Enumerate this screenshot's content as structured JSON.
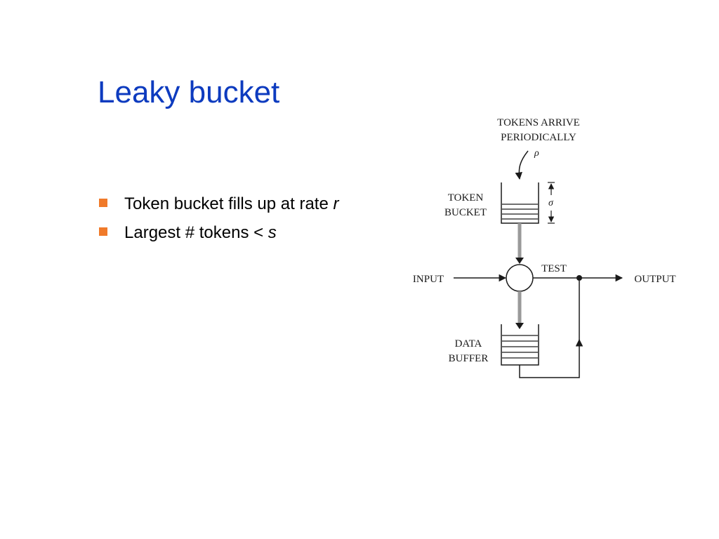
{
  "slide": {
    "title": "Leaky bucket"
  },
  "bullets": [
    {
      "text": "Token bucket fills up at rate ",
      "var": "r"
    },
    {
      "text": "Largest # tokens < ",
      "var": "s"
    }
  ],
  "diagram": {
    "tokens_arrive_line1": "TOKENS ARRIVE",
    "tokens_arrive_line2": "PERIODICALLY",
    "rho_symbol": "ρ",
    "token_bucket_line1": "TOKEN",
    "token_bucket_line2": "BUCKET",
    "sigma_symbol": "σ",
    "test_label": "TEST",
    "input_label": "INPUT",
    "output_label": "OUTPUT",
    "data_buffer_line1": "DATA",
    "data_buffer_line2": "BUFFER"
  },
  "colors": {
    "title": "#0d3bbf",
    "bullet_marker": "#f07a2a",
    "diagram_gray": "#9a9a9a",
    "diagram_line": "#1a1a1a"
  }
}
